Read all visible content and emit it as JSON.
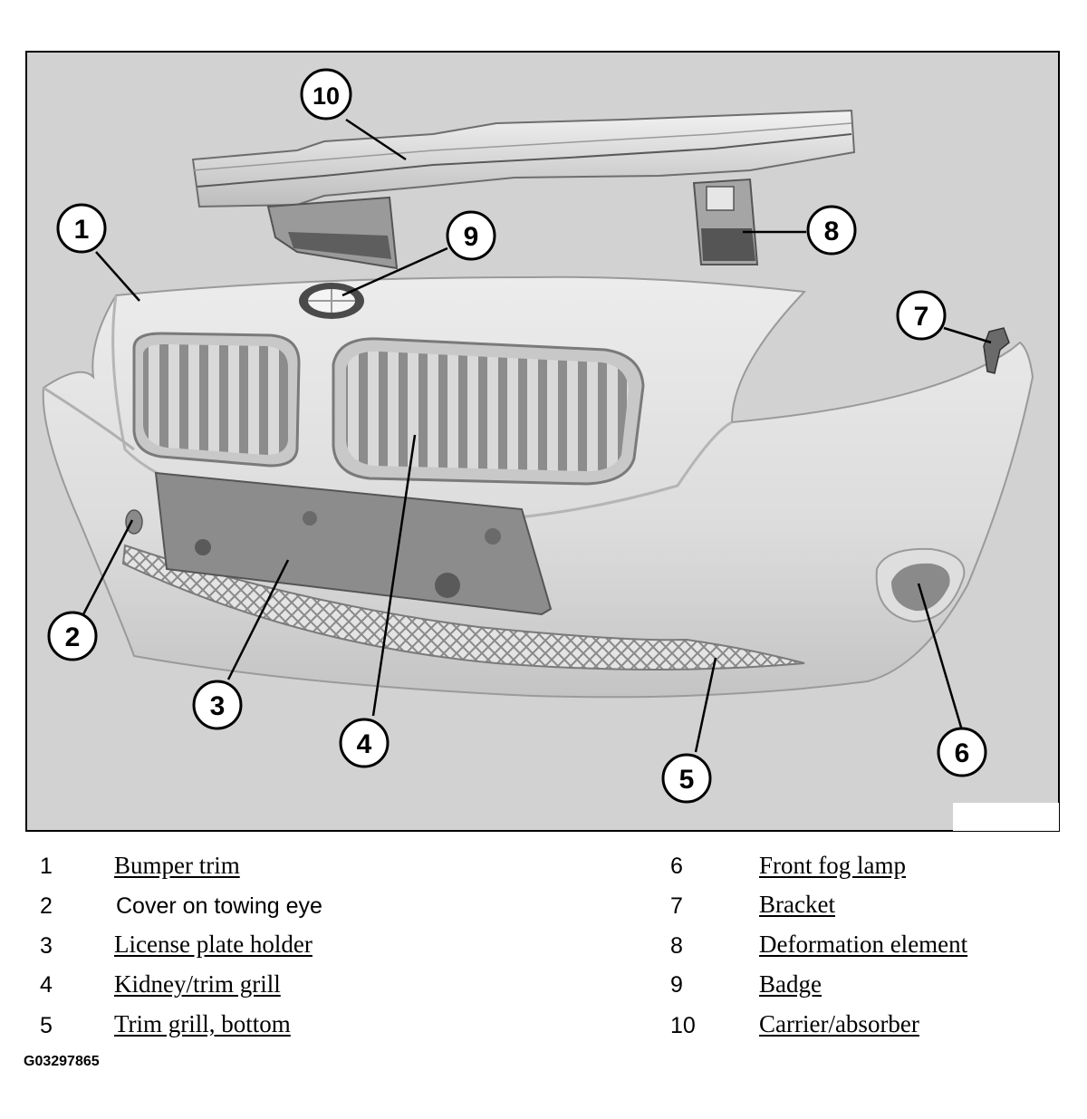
{
  "callouts": [
    "1",
    "2",
    "3",
    "4",
    "5",
    "6",
    "7",
    "8",
    "9",
    "10"
  ],
  "legend": [
    {
      "num": "1",
      "label": "Bumper trim",
      "style": "link"
    },
    {
      "num": "2",
      "label": "Cover on towing eye",
      "style": "plain"
    },
    {
      "num": "3",
      "label": "License plate holder",
      "style": "link"
    },
    {
      "num": "4",
      "label": "Kidney/trim grill",
      "style": "link"
    },
    {
      "num": "5",
      "label": "Trim grill, bottom",
      "style": "link"
    },
    {
      "num": "6",
      "label": "Front fog lamp",
      "style": "link"
    },
    {
      "num": "7",
      "label": "Bracket",
      "style": "link"
    },
    {
      "num": "8",
      "label": "Deformation element",
      "style": "link"
    },
    {
      "num": "9",
      "label": "Badge",
      "style": "link"
    },
    {
      "num": "10",
      "label": "Carrier/absorber",
      "style": "link"
    }
  ],
  "figure_code": "G03297865",
  "colors": {
    "background": "#d2d2d2",
    "part_fill": "#e0e0e0",
    "dark_part": "#8a8a8a",
    "frame": "#000000"
  }
}
